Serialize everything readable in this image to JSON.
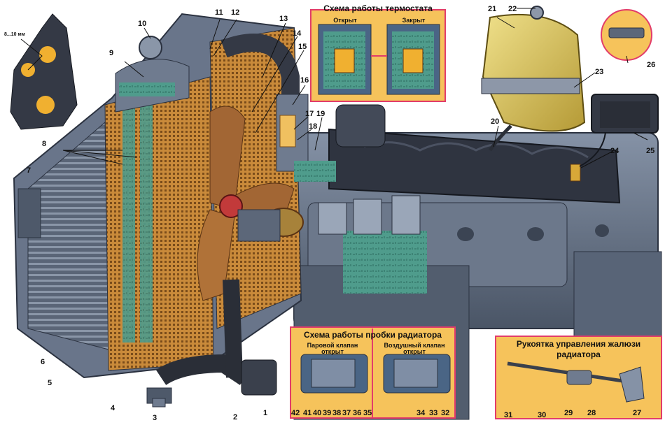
{
  "thermostat_panel": {
    "title": "Схема работы термостата",
    "label_open": "Открыт",
    "label_closed": "Закрыт"
  },
  "cap_panel": {
    "title": "Схема работы пробки радиатора",
    "steam_valve_line1": "Паровой клапан",
    "steam_valve_line2": "открыт",
    "air_valve_line1": "Воздушный клапан",
    "air_valve_line2": "открыт"
  },
  "louver_panel": {
    "title_line1": "Рукоятка управления жалюзи",
    "title_line2": "радиатора"
  },
  "belt_tension_scale": "8...10 мм",
  "callouts": [
    "1",
    "2",
    "3",
    "4",
    "5",
    "6",
    "7",
    "8",
    "9",
    "10",
    "11",
    "12",
    "13",
    "14",
    "15",
    "16",
    "17",
    "18",
    "19",
    "20",
    "21",
    "22",
    "23",
    "24",
    "25",
    "26",
    "27",
    "28",
    "29",
    "30",
    "31",
    "32",
    "33",
    "34",
    "35",
    "36",
    "37",
    "38",
    "39",
    "40",
    "41",
    "42"
  ],
  "colors": {
    "panel_fill": "#f6c35b",
    "panel_border": "#e23c6a",
    "coolant": "#4f9c8c",
    "engine_metal": "#5f6b7d",
    "radiator_core": "#c98a3a",
    "tank": "#d8c25a"
  }
}
